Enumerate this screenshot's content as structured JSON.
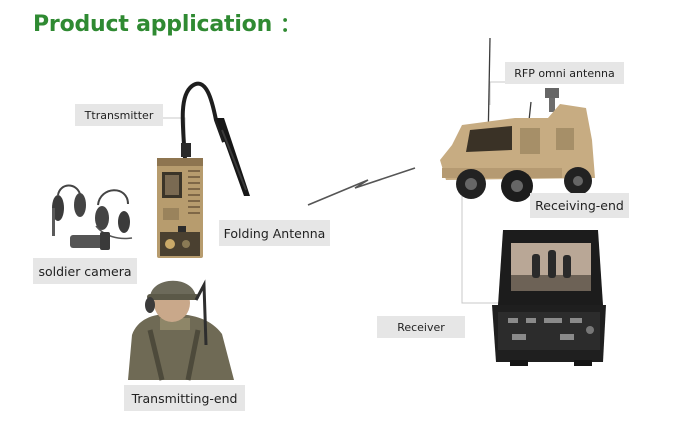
{
  "title": "Product application",
  "title_colon": "：",
  "labels": {
    "transmitter": "Ttransmitter",
    "folding_antenna": "Folding Antenna",
    "soldier_camera": "soldier camera",
    "transmitting_end": "Transmitting-end",
    "rfp_omni_antenna": "RFP omni antenna",
    "receiving_end": "Receiving-end",
    "receiver": "Receiver"
  },
  "colors": {
    "title": "#2f8a32",
    "label_bg": "#e6e6e6",
    "connector": "#c8c8c8",
    "transmitter_body": "#b79c6e",
    "vehicle": "#c7ac82",
    "case": "#1c1c1c"
  },
  "icons": [
    "transmitter-device-icon",
    "folding-antenna-icon",
    "headset-camera-icon",
    "soldier-icon",
    "lightning-link-icon",
    "armored-vehicle-icon",
    "receiver-case-icon"
  ]
}
